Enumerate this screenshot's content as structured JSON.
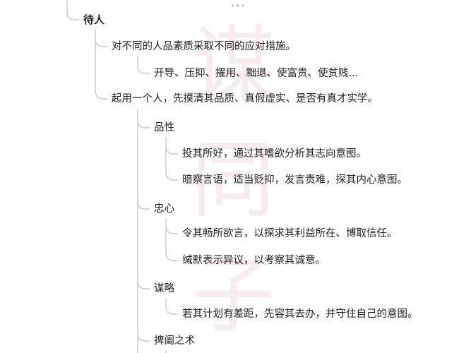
{
  "tree": {
    "root": {
      "label": "待人"
    },
    "items": [
      {
        "label": "对不同的人品素质采取不同的应对措施。"
      },
      {
        "label": "开导、压抑、擢用、黜退、使富贵、使贫贱..."
      },
      {
        "label": "起用一个人，先摸清其品质、真假虚实、是否有真才实学。"
      },
      {
        "label": "品性"
      },
      {
        "label": "投其所好，通过其嗜欲分析其志向意图。"
      },
      {
        "label": "暗察言语，适当贬抑，发言责难，探其内心意图。"
      },
      {
        "label": "忠心"
      },
      {
        "label": "令其畅所欲言，以探求其利益所在、博取信任。"
      },
      {
        "label": "缄默表示异议，以考察其诚意。"
      },
      {
        "label": "谋略"
      },
      {
        "label": "若其计划有差距，先容其去办，并守住自己的意图。"
      },
      {
        "label": "捭阖之术"
      }
    ]
  },
  "watermark": {
    "chars": [
      "谋",
      "同",
      "子"
    ]
  },
  "drag_handle": {
    "glyph": "•••"
  }
}
